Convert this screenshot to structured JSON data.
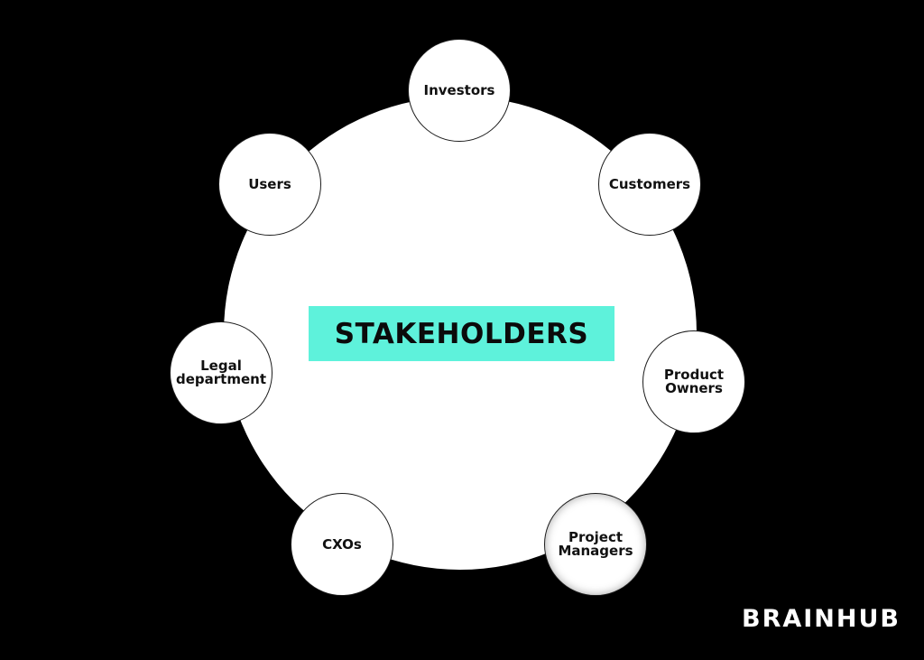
{
  "diagram": {
    "center_label": "STAKEHOLDERS",
    "nodes": [
      {
        "id": "investors",
        "label": "Investors"
      },
      {
        "id": "customers",
        "label": "Customers"
      },
      {
        "id": "product_owners",
        "label": "Product\nOwners"
      },
      {
        "id": "project_managers",
        "label": "Project\nManagers"
      },
      {
        "id": "cxos",
        "label": "CXOs"
      },
      {
        "id": "legal",
        "label": "Legal\ndepartment"
      },
      {
        "id": "users",
        "label": "Users"
      }
    ]
  },
  "brand": {
    "logo_text": "BRAINHUB"
  },
  "colors": {
    "background": "#000000",
    "circle_fill": "#ffffff",
    "accent": "#5ef2db",
    "text": "#111111"
  }
}
